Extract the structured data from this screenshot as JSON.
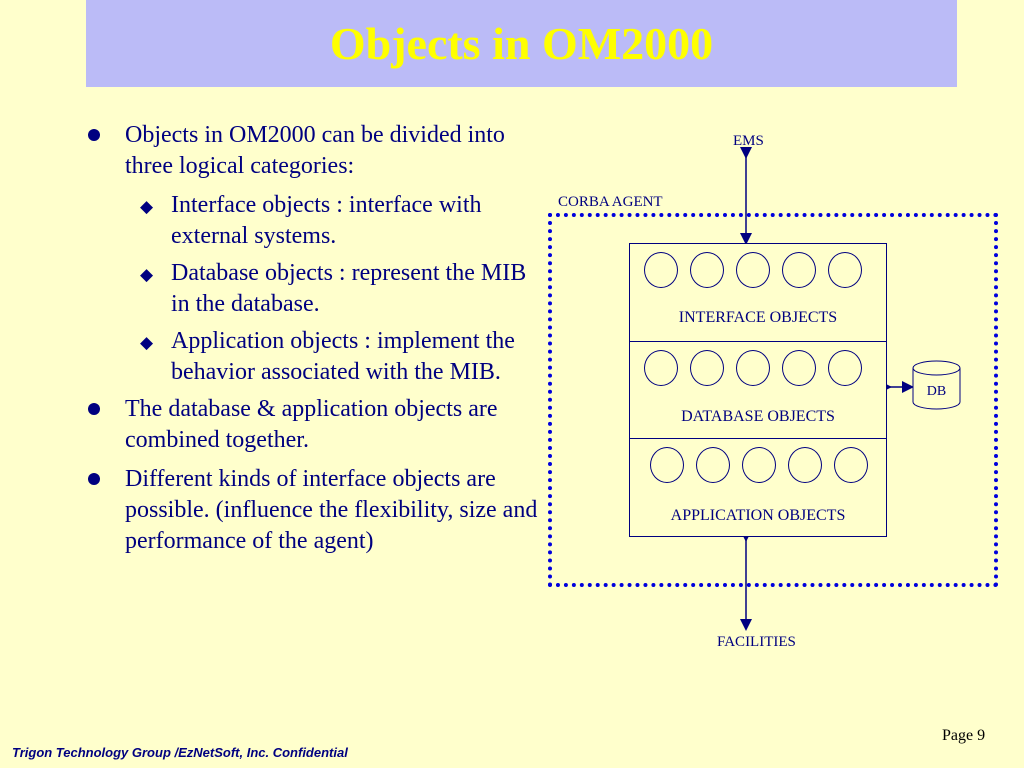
{
  "slide": {
    "title": "Objects in OM2000",
    "bullets": [
      {
        "text": "Objects in OM2000 can be divided into three logical categories:"
      },
      {
        "text": "The database & application objects are combined together."
      },
      {
        "text": "Different kinds of interface objects are possible. (influence the flexibility, size and performance of the agent)"
      }
    ],
    "sub_bullets": [
      {
        "text": "Interface objects : interface with external systems."
      },
      {
        "text": "Database objects : represent the MIB in the database."
      },
      {
        "text": "Application objects : implement the behavior associated with the MIB."
      }
    ]
  },
  "diagram": {
    "ems_label": "EMS",
    "corba_label": "CORBA AGENT",
    "interface_label": "INTERFACE OBJECTS",
    "database_label": "DATABASE OBJECTS",
    "application_label": "APPLICATION OBJECTS",
    "db_label": "DB",
    "facilities_label": "FACILITIES"
  },
  "footer": {
    "confidential": "Trigon Technology Group /EzNetSoft, Inc. Confidential",
    "page": "Page 9"
  },
  "colors": {
    "background": "#ffffcc",
    "title_bar": "#bbbbf7",
    "title_text": "#ffff00",
    "text": "#000080",
    "dotted_border": "#0000dd"
  }
}
